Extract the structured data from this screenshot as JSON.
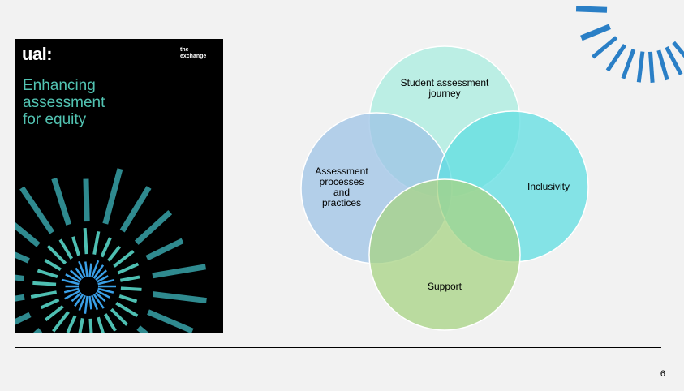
{
  "cover": {
    "logo": "ual:",
    "brand_line1": "the",
    "brand_line2": "exchange",
    "title_line1": "Enhancing",
    "title_line2": "assessment",
    "title_line3": "for equity"
  },
  "venn": {
    "top_label_line1": "Student assessment",
    "top_label_line2": "journey",
    "left_label_line1": "Assessment",
    "left_label_line2": "processes",
    "left_label_line3": "and",
    "left_label_line4": "practices",
    "right_label": "Inclusivity",
    "bottom_label": "Support"
  },
  "footer": {
    "page_number": "6"
  },
  "colors": {
    "slide_background": "#f2f2f2",
    "cover_background": "#000000",
    "cover_title": "#52c3b2",
    "accent_blue": "#2a7fc6",
    "circle_top": "#a8ecdf",
    "circle_left": "#9ec3e6",
    "circle_right": "#5fdde2",
    "circle_bottom": "#a7d383"
  },
  "icons": {
    "corner_decoration": "radial-rays-icon",
    "cover_decoration": "sunburst-icon"
  }
}
